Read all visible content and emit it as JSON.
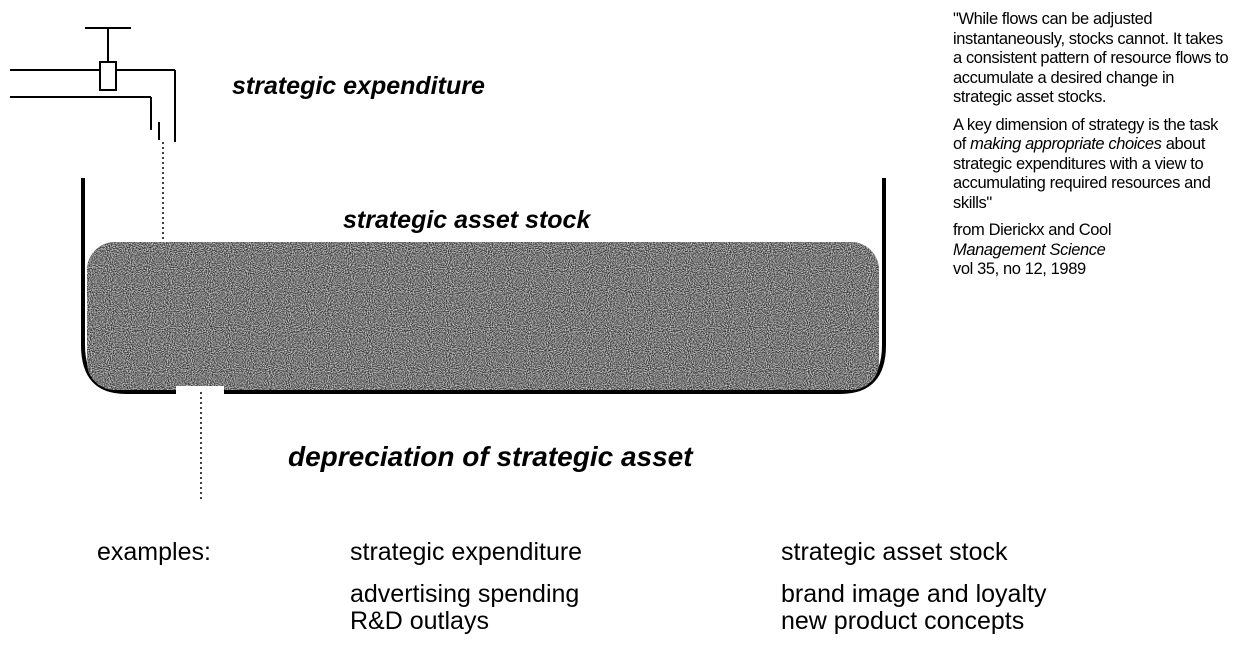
{
  "diagram": {
    "label_expenditure": "strategic expenditure",
    "label_stock": "strategic asset stock",
    "label_depreciation": "depreciation of strategic asset"
  },
  "quote": {
    "paragraph1": "\"While flows can be adjusted instantaneously, stocks cannot.  It takes a consistent pattern of resource flows to accumulate a desired change in strategic asset stocks.",
    "paragraph2_before": "A key dimension of strategy is the task of ",
    "paragraph2_emphasis": "making appropriate choices",
    "paragraph2_after": "  about strategic expenditures with a view to accumulating required resources and skills\"",
    "citation_line1": "from Dierickx and Cool",
    "citation_journal": "Management Science",
    "citation_line3": "vol 35, no 12, 1989"
  },
  "examples": {
    "heading": "examples:",
    "column1": {
      "header": "strategic expenditure",
      "items": [
        "advertising spending",
        "R&D outlays"
      ]
    },
    "column2": {
      "header": "strategic asset stock",
      "items": [
        "brand image and loyalty",
        "new product concepts"
      ]
    }
  },
  "colors": {
    "ink": "#000000",
    "fill_dark": "#2b2b2b",
    "fill_light": "#d9d9d9"
  }
}
